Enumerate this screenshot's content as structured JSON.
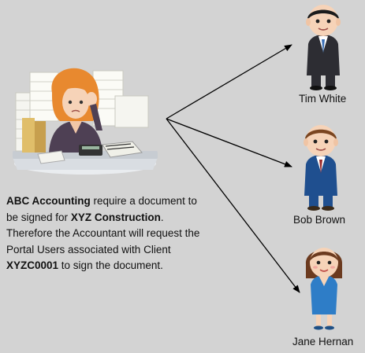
{
  "people": [
    {
      "name": "Tim White"
    },
    {
      "name": "Bob Brown"
    },
    {
      "name": "Jane Hernan"
    }
  ],
  "description": {
    "company": "ABC Accounting",
    "text1": " require a document to be signed for ",
    "client_company": "XYZ Construction",
    "text2": ". Therefore the Accountant will request the Portal Users associated with Client ",
    "client_code": "XYZC0001",
    "text3": " to sign the document."
  },
  "colors": {
    "background": "#d3d3d3",
    "arrow": "#000000",
    "suit_dark": "#2d2d33",
    "suit_blue": "#1f4f8f",
    "dress_blue": "#2e7dc7"
  }
}
